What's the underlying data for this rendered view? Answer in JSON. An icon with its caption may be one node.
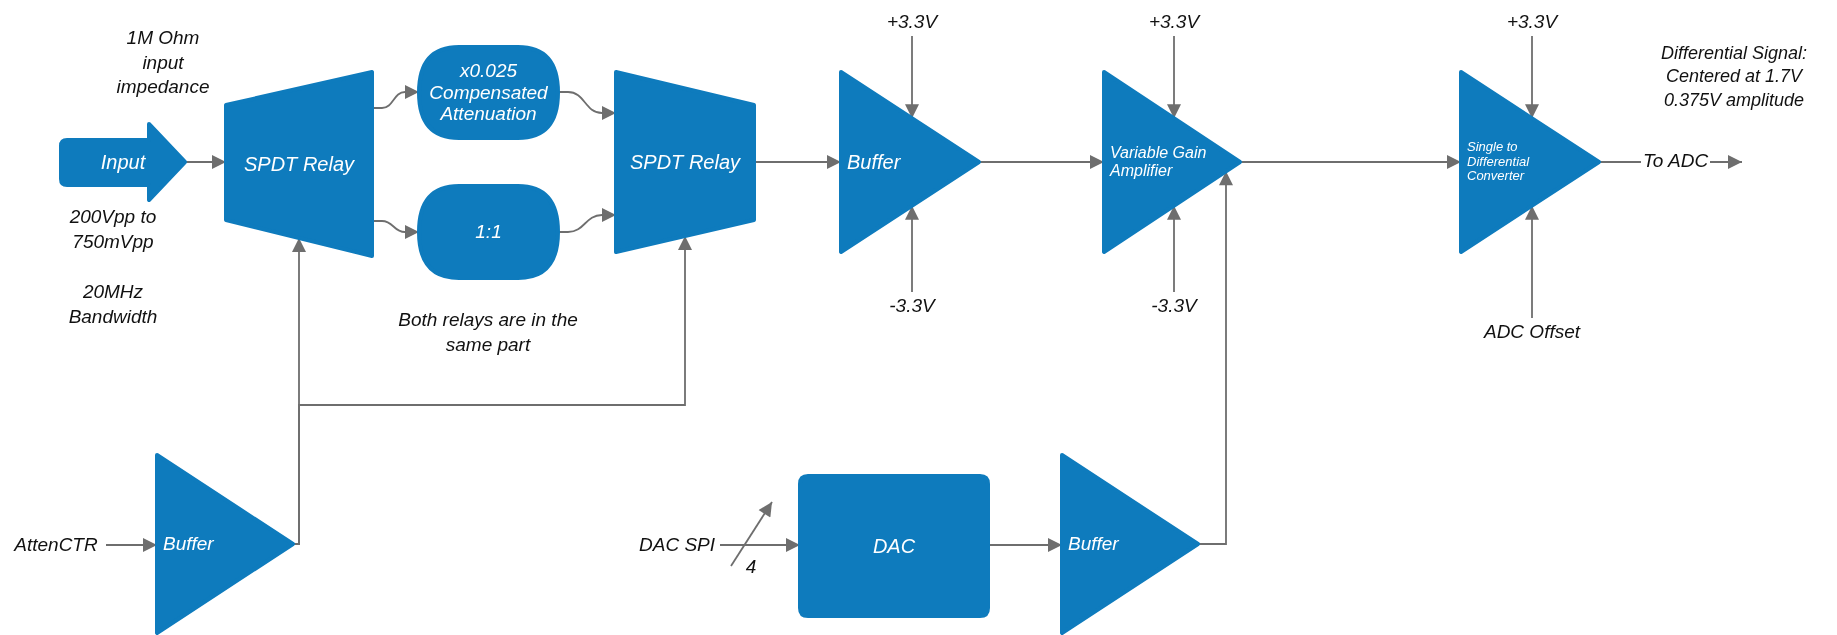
{
  "diagram": {
    "nodes": [
      {
        "text": [
          "Input"
        ]
      },
      {
        "text": [
          "SPDT Relay"
        ]
      },
      {
        "text": [
          "x0.025 Compensated Attenuation"
        ]
      },
      {
        "text": [
          "1:1"
        ]
      },
      {
        "text": [
          "SPDT Relay"
        ]
      },
      {
        "text": [
          "Buffer"
        ]
      },
      {
        "text": [
          "+3.3V"
        ]
      },
      {
        "text": [
          "-3.3V"
        ]
      },
      {
        "text": [
          "Variable Gain Amplifier"
        ]
      },
      {
        "text": [
          "+3.3V"
        ]
      },
      {
        "text": [
          "-3.3V"
        ]
      },
      {
        "text": [
          "Single to Differential Converter"
        ]
      },
      {
        "text": [
          "+3.3V"
        ]
      },
      {
        "text": [
          "ADC Offset"
        ]
      },
      {
        "text": [
          "AttenCTR"
        ]
      },
      {
        "text": [
          "Buffer"
        ]
      },
      {
        "text": [
          "DAC SPI"
        ]
      },
      {
        "text": [
          "DAC"
        ]
      },
      {
        "text": [
          "Buffer"
        ]
      }
    ],
    "edges": [
      {
        "from": 0,
        "to": 1,
        "arrow": "to"
      },
      {
        "from": 1,
        "to": 2,
        "arrow": "to"
      },
      {
        "from": 1,
        "to": 3,
        "arrow": "to"
      },
      {
        "from": 2,
        "to": 4,
        "arrow": "to"
      },
      {
        "from": 3,
        "to": 4,
        "arrow": "to"
      },
      {
        "from": 4,
        "to": 5,
        "arrow": "to"
      },
      {
        "from": 6,
        "to": 5,
        "arrow": "to"
      },
      {
        "from": 7,
        "to": 5,
        "arrow": "to"
      },
      {
        "from": 5,
        "to": 8,
        "arrow": "to"
      },
      {
        "from": 9,
        "to": 8,
        "arrow": "to"
      },
      {
        "from": 10,
        "to": 8,
        "arrow": "to"
      },
      {
        "from": 8,
        "to": 11,
        "arrow": "to"
      },
      {
        "from": 12,
        "to": 11,
        "arrow": "to"
      },
      {
        "from": 13,
        "to": 11,
        "arrow": "to"
      },
      {
        "from": 11,
        "to": null,
        "arrow": "to",
        "label": "To ADC"
      },
      {
        "from": 14,
        "to": 15,
        "arrow": "to"
      },
      {
        "from": 15,
        "to": 1,
        "arrow": "to"
      },
      {
        "from": 15,
        "to": 4,
        "arrow": "to"
      },
      {
        "from": 16,
        "to": 17,
        "arrow": "to"
      },
      {
        "from": 17,
        "to": 18,
        "arrow": "to"
      },
      {
        "from": 18,
        "to": 8,
        "arrow": "to"
      }
    ],
    "labels": [
      "1M Ohm input impedance",
      "200Vpp to 750mVpp",
      "20MHz Bandwidth",
      "Both relays are in the same part",
      "Differential Signal: Centered at 1.7V 0.375V amplitude",
      "4"
    ]
  }
}
